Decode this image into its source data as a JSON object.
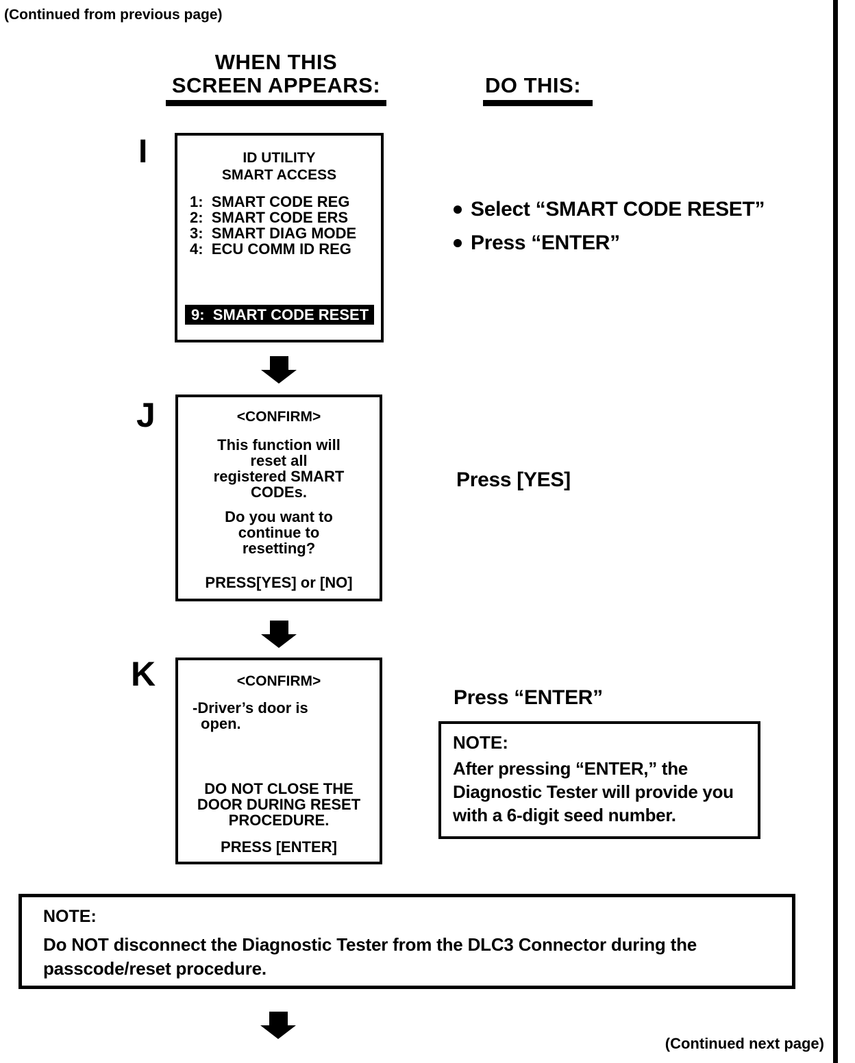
{
  "page": {
    "continued_from": "(Continued from previous page)",
    "continued_next": "(Continued next page)",
    "ink_color": "#000000",
    "paper_color": "#ffffff"
  },
  "columns": {
    "screen_header_line1": "WHEN THIS",
    "screen_header_line2": "SCREEN APPEARS:",
    "action_header": "DO THIS:"
  },
  "steps": {
    "i": {
      "label": "I",
      "screen": {
        "title_line1": "ID UTILITY",
        "title_line2": "SMART ACCESS",
        "items": [
          "1:  SMART CODE REG",
          "2:  SMART CODE ERS",
          "3:  SMART DIAG MODE",
          "4:  ECU COMM ID REG"
        ],
        "selected_item": "9:  SMART CODE RESET"
      },
      "actions": [
        "Select “SMART CODE RESET”",
        "Press “ENTER”"
      ]
    },
    "j": {
      "label": "J",
      "screen": {
        "title": "<CONFIRM>",
        "message": [
          "This function will",
          "reset all",
          "registered SMART",
          "CODEs."
        ],
        "question": [
          "Do you want to",
          "continue to",
          "resetting?"
        ],
        "prompt": "PRESS[YES] or [NO]"
      },
      "action": "Press [YES]"
    },
    "k": {
      "label": "K",
      "screen": {
        "title": "<CONFIRM>",
        "status_line1": "-Driver’s door is",
        "status_line2": "open.",
        "warning": [
          "DO NOT CLOSE THE",
          "DOOR DURING RESET",
          "PROCEDURE."
        ],
        "prompt": "PRESS [ENTER]"
      },
      "action": "Press “ENTER”",
      "note": {
        "title": "NOTE:",
        "body": [
          "After pressing “ENTER,” the",
          "Diagnostic Tester will provide you",
          "with a 6-digit seed number."
        ]
      }
    }
  },
  "footer_note": {
    "title": "NOTE:",
    "body": [
      "Do NOT disconnect the Diagnostic Tester from the DLC3 Connector during the",
      "passcode/reset procedure."
    ]
  }
}
